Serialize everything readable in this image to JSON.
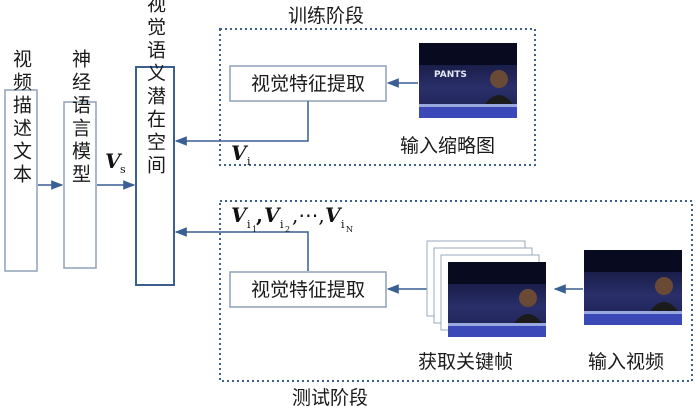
{
  "stages": {
    "train": "训练阶段",
    "test": "测试阶段"
  },
  "boxes": {
    "text_desc": "视频描述文本",
    "lang_model": "神经语言模型",
    "latent": "视觉语义潜在空间",
    "feat_train": "视觉特征提取",
    "feat_test": "视觉特征提取"
  },
  "labels": {
    "thumb": "输入缩略图",
    "keyframes": "获取关键帧",
    "video": "输入视频"
  },
  "math": {
    "vs_main": "V",
    "vs_sub": "s",
    "vi_main": "V",
    "vi_sub": "i",
    "vlist_first": "V",
    "vlist_sub1": "i",
    "vlist_sub1_idx": "1",
    "vlist_sep1": ",",
    "vlist_second": "V",
    "vlist_sub2": "i",
    "vlist_sub2_idx": "2",
    "vlist_dots": ",⋯,",
    "vlist_last": "V",
    "vlist_subN": "i",
    "vlist_subN_idx": "N"
  },
  "image_text": {
    "pants": "PANTS"
  },
  "colors": {
    "box_border": "#8fa0b8",
    "latent_border": "#3d5f8f",
    "dotted": "#3d5f8f",
    "arrow": "#3a5f93",
    "shelf": "#3a4fb0"
  }
}
